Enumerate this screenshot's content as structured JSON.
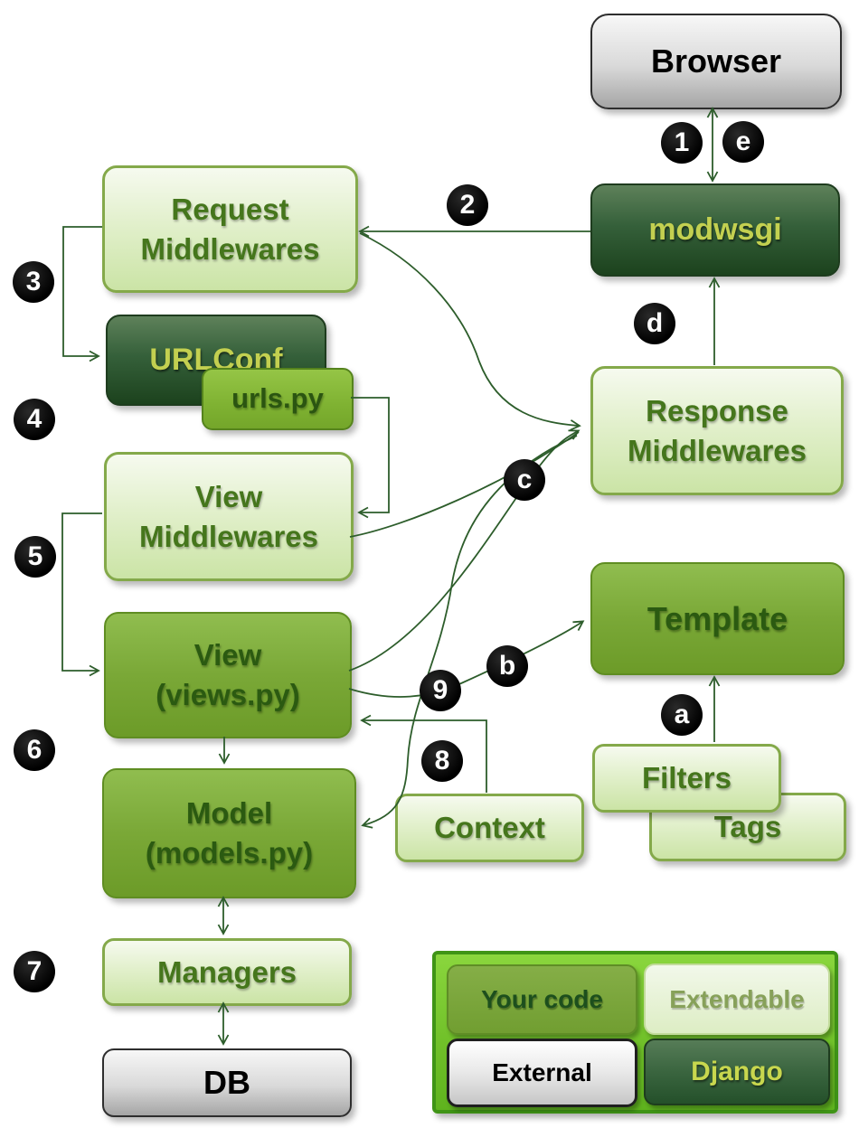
{
  "nodes": {
    "browser": {
      "label": "Browser"
    },
    "modwsgi": {
      "label": "modwsgi"
    },
    "request_middlewares": {
      "line1": "Request",
      "line2": "Middlewares"
    },
    "urlconf": {
      "label": "URLConf"
    },
    "urls_py": {
      "label": "urls.py"
    },
    "view_middlewares": {
      "line1": "View",
      "line2": "Middlewares"
    },
    "view": {
      "line1": "View",
      "line2": "(views.py)"
    },
    "model": {
      "line1": "Model",
      "line2": "(models.py)"
    },
    "managers": {
      "label": "Managers"
    },
    "db": {
      "label": "DB"
    },
    "response_middlewares": {
      "line1": "Response",
      "line2": "Middlewares"
    },
    "template": {
      "label": "Template"
    },
    "filters": {
      "label": "Filters"
    },
    "tags": {
      "label": "Tags"
    },
    "context": {
      "label": "Context"
    }
  },
  "badges": {
    "b1": "1",
    "b2": "2",
    "b3": "3",
    "b4": "4",
    "b5": "5",
    "b6": "6",
    "b7": "7",
    "b8": "8",
    "b9": "9",
    "ba": "a",
    "bb": "b",
    "bc": "c",
    "bd": "d",
    "be": "e"
  },
  "legend": {
    "your_code": "Your code",
    "extendable": "Extendable",
    "external": "External",
    "django": "Django"
  },
  "colors": {
    "dark_green_box": "#2a4f28",
    "medium_green_box": "#79a837",
    "light_green_box": "#dcecc0",
    "gray_box": "#d9d9d9",
    "legend_background": "#6fbf28",
    "connector": "#2d5d2b",
    "badge_background": "#000000",
    "badge_text": "#ffffff",
    "dark_box_text": "#c3d050",
    "green_text": "#45761c"
  }
}
